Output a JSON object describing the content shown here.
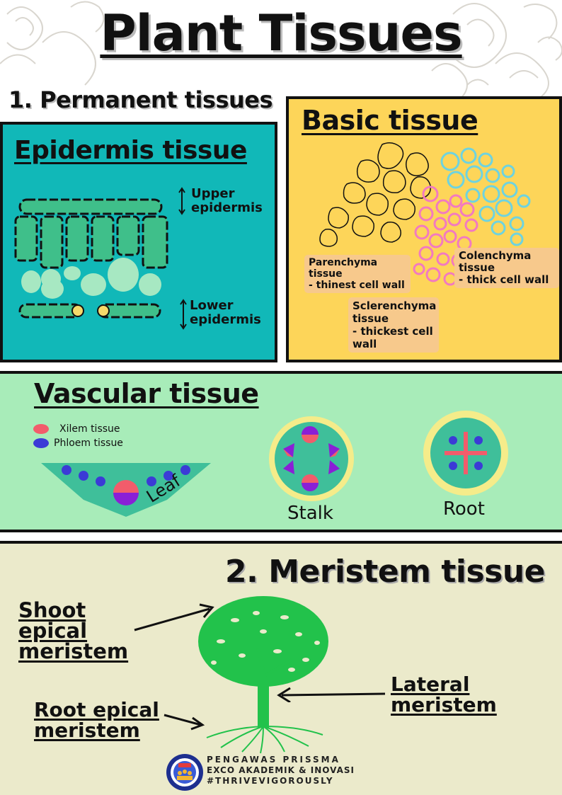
{
  "title": "Plant Tissues",
  "permanent": {
    "heading": "1. Permanent tissues",
    "epidermis": {
      "heading": "Epidermis tissue",
      "upper": "Upper epidermis",
      "lower": "Lower epidermis"
    },
    "basic": {
      "heading": "Basic tissue",
      "parenchyma": {
        "name": "Parenchyma tissue",
        "note": "- thinest cell wall"
      },
      "colenchyma": {
        "name": "Colenchyma tissue",
        "note": "- thick cell wall"
      },
      "sclerenchyma": {
        "name": "Sclerenchyma tissue",
        "note": "- thickest cell wall"
      }
    },
    "vascular": {
      "heading": "Vascular tissue",
      "legend": [
        {
          "label": "Xilem tissue",
          "color": "#f25c6b"
        },
        {
          "label": "Phloem tissue",
          "color": "#3b3bd6"
        }
      ],
      "leaf_label": "Leaf",
      "stalk_label": "Stalk",
      "root_label": "Root"
    }
  },
  "meristem": {
    "heading": "2. Meristem tissue",
    "shoot": "Shoot epical meristem",
    "root": "Root epical meristem",
    "lateral": "Lateral meristem"
  },
  "footer": {
    "line1": "PENGAWAS PRISSMA",
    "line2": "EXCO AKADEMIK & INOVASI",
    "line3": "#THRIVEVIGOROUSLY"
  },
  "colors": {
    "epidermis_bg": "#11b8b8",
    "basic_bg": "#fdd559",
    "vascular_bg": "#a8ecb9",
    "meristem_bg": "#ebeacb",
    "tree": "#22c24b"
  }
}
